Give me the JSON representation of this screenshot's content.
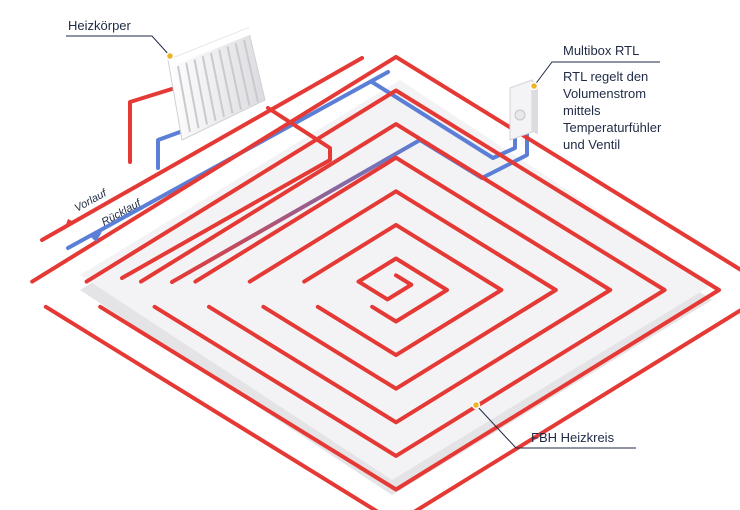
{
  "labels": {
    "radiator": "Heizkörper",
    "multibox_title": "Multibox RTL",
    "multibox_desc": [
      "RTL regelt den",
      "Volumenstrom",
      "mittels",
      "Temperaturfühler",
      "und Ventil"
    ],
    "circuit": "FBH Heizkreis",
    "supply": "Vorlauf",
    "return": "Rücklauf"
  },
  "colors": {
    "supply": "#e53935",
    "return": "#5b7fd6",
    "floor_top": "#f2f2f4",
    "floor_side": "#e3e3e6",
    "text": "#1f2a44",
    "callout": "#1f2a44",
    "marker": "#f0b429"
  }
}
